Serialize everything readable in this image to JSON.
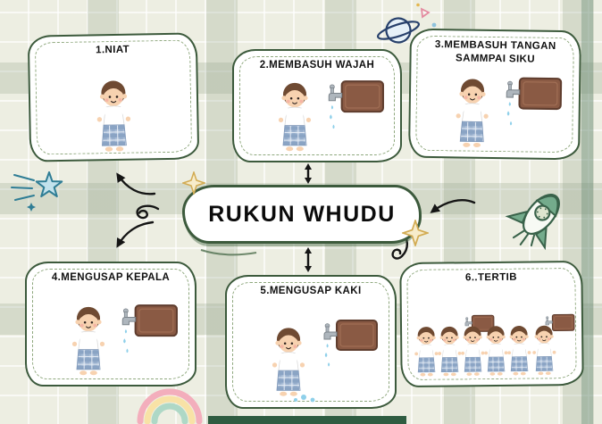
{
  "title": "RUKUN WHUDU",
  "cards": [
    {
      "id": "niat",
      "label": "1.NIAT"
    },
    {
      "id": "membasuh-wajah",
      "label": "2.MEMBASUH WAJAH"
    },
    {
      "id": "membasuh-tangan-sampai-siku",
      "label": "3.MEMBASUH TANGAN SAMMPAI SIKU"
    },
    {
      "id": "mengusap-kepala",
      "label": "4.MENGUSAP KEPALA"
    },
    {
      "id": "mengusap-kaki",
      "label": "5.MENGUSAP KAKI"
    },
    {
      "id": "tertib",
      "label": "6..TERTIB"
    }
  ],
  "decorations": [
    {
      "name": "planet-icon"
    },
    {
      "name": "shooting-star-icon"
    },
    {
      "name": "rocket-icon"
    },
    {
      "name": "rainbow-icon"
    },
    {
      "name": "sparkle-icon-left"
    },
    {
      "name": "sparkle-icon-right"
    },
    {
      "name": "swirl-arrow-icons"
    }
  ],
  "colors": {
    "background": "#edeee2",
    "plaid_line": "#96a58c",
    "card_border": "#3c5a3c",
    "card_bg": "#ffffff",
    "dashed_border": "#8fa87e",
    "title_text": "#111111",
    "water_blue": "#8fd0ea",
    "board_brown": "#8a5a44",
    "accent_dark_green": "#2f5c41"
  }
}
